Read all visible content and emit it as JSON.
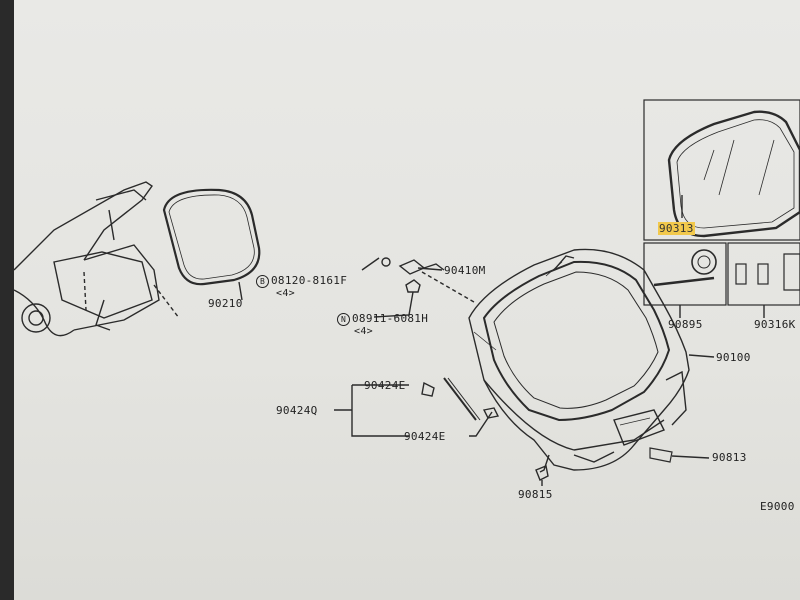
{
  "labels": {
    "trunk_seal": "90210",
    "screw_b": "08120-8161F",
    "screw_b_prefix": "B",
    "screw_b_qty": "<4>",
    "lock": "90410M",
    "nut_n": "08911-6081H",
    "nut_n_prefix": "N",
    "nut_n_qty": "<4>",
    "stay_set": "90424Q",
    "stay_bracket_upper": "90424E",
    "stay_bracket_lower": "90424E",
    "door_panel": "90100",
    "back_glass": "90313",
    "clip": "90815",
    "handle": "90813",
    "inset_part_a": "90895",
    "inset_part_b": "90316K",
    "diagram_code": "E9000"
  },
  "colors": {
    "line": "#2b2b2b",
    "highlight": "#f2c94c",
    "paper": "#e7e7e3"
  }
}
